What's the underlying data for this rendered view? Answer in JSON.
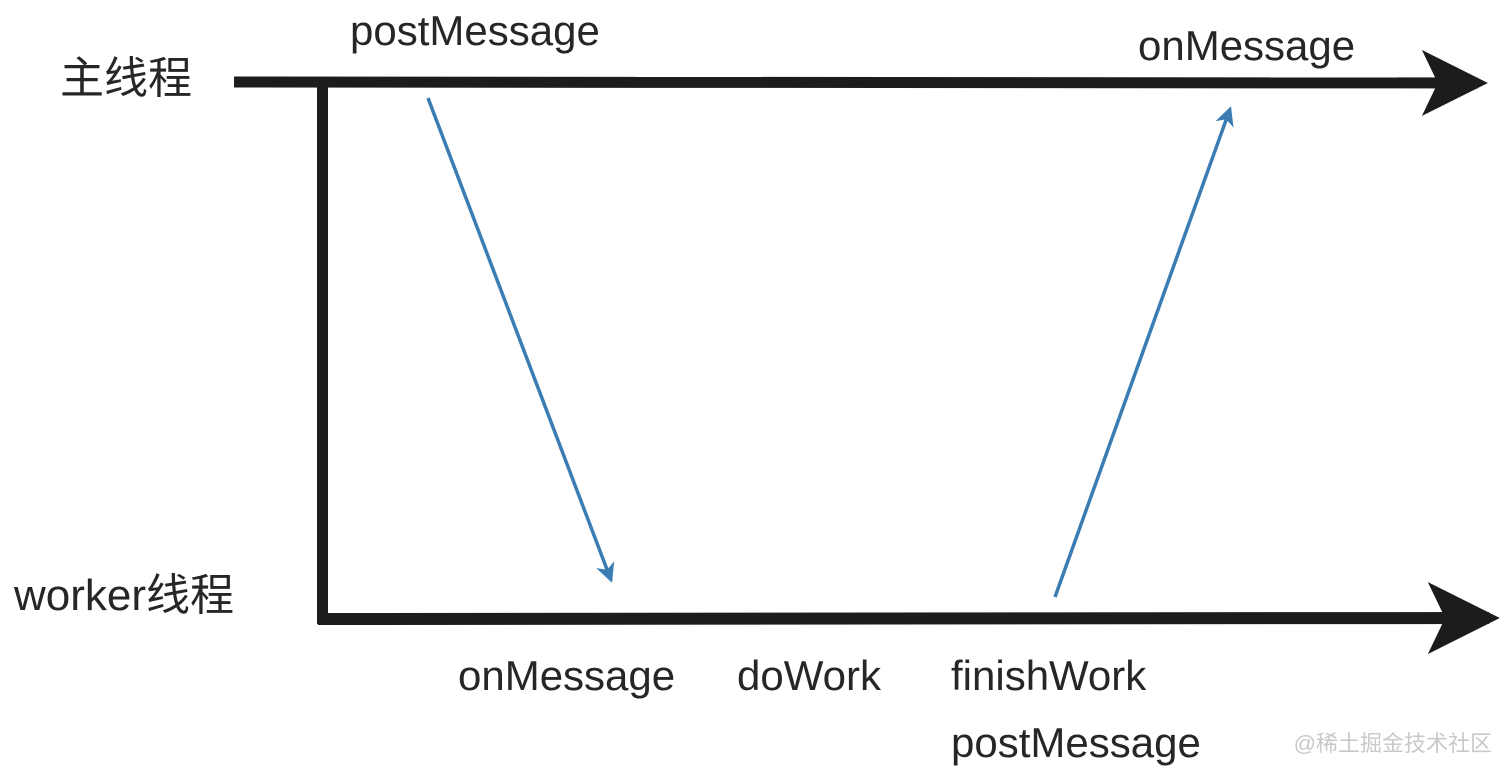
{
  "labels": {
    "main_thread": "主线程",
    "worker_thread": "worker线程",
    "top_post_message": "postMessage",
    "top_on_message": "onMessage",
    "bottom_on_message": "onMessage",
    "bottom_do_work": "doWork",
    "bottom_finish_work": "finishWork",
    "bottom_post_message": "postMessage"
  },
  "watermark": {
    "text": "@稀土掘金技术社区"
  },
  "colors": {
    "line_black": "#1c1c1c",
    "arrow_blue": "#3b7db3",
    "text": "#262626",
    "watermark": "#c9c9c9",
    "background": "#ffffff"
  }
}
